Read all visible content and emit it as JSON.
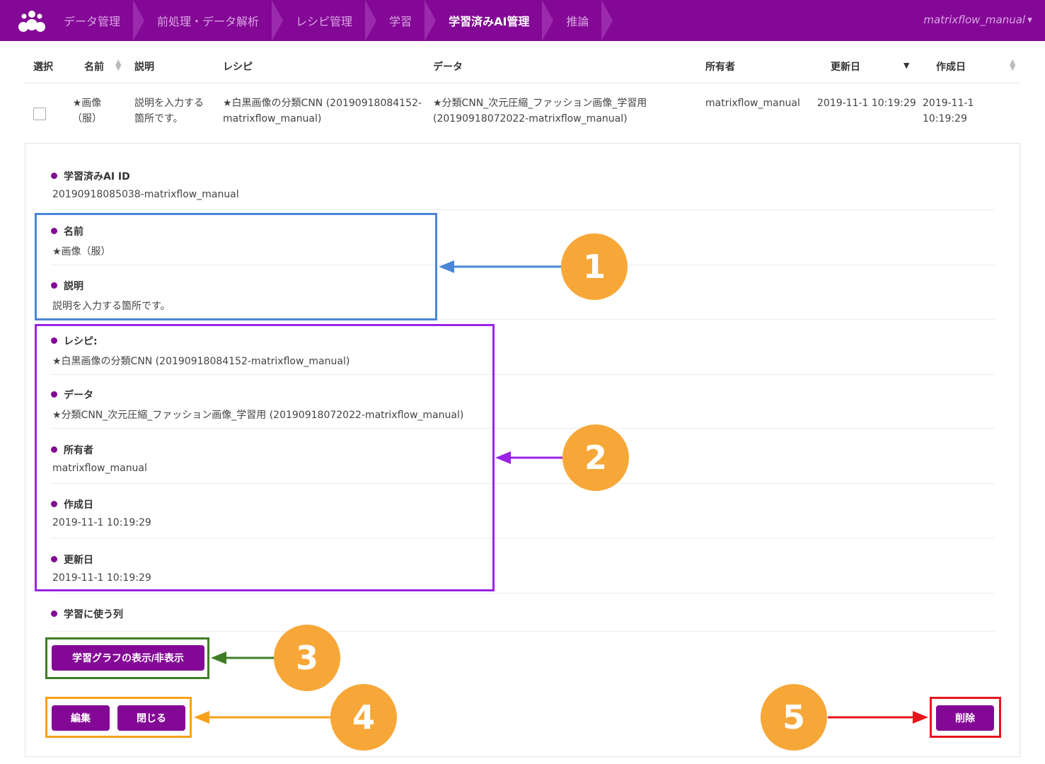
{
  "nav": {
    "items": [
      {
        "label": "データ管理",
        "active": false
      },
      {
        "label": "前処理・データ解析",
        "active": false
      },
      {
        "label": "レシピ管理",
        "active": false
      },
      {
        "label": "学習",
        "active": false
      },
      {
        "label": "学習済みAI管理",
        "active": true
      },
      {
        "label": "推論",
        "active": false
      }
    ],
    "user": "matrixflow_manual"
  },
  "table": {
    "headers": {
      "select": "選択",
      "name": "名前",
      "description": "説明",
      "recipe": "レシピ",
      "data": "データ",
      "owner": "所有者",
      "updated": "更新日",
      "created": "作成日"
    },
    "row": {
      "name_1": "★画像",
      "name_2": "（服）",
      "description_1": "説明を入力する",
      "description_2": "箇所です。",
      "recipe_1": "★白黒画像の分類CNN (20190918084152-",
      "recipe_2": "matrixflow_manual)",
      "data_1": "★分類CNN_次元圧縮_ファッション画像_学習用",
      "data_2": "(20190918072022-matrixflow_manual)",
      "owner": "matrixflow_manual",
      "updated": "2019-11-1 10:19:29",
      "created": "2019-11-1 10:19:29"
    }
  },
  "detail": {
    "ai_id": {
      "label": "学習済みAI ID",
      "value": "20190918085038-matrixflow_manual"
    },
    "name": {
      "label": "名前",
      "value": "★画像（服）"
    },
    "description": {
      "label": "説明",
      "value": "説明を入力する箇所です。"
    },
    "recipe": {
      "label": "レシピ:",
      "value": "★白黒画像の分類CNN (20190918084152-matrixflow_manual)"
    },
    "data": {
      "label": "データ",
      "value": "★分類CNN_次元圧縮_ファッション画像_学習用 (20190918072022-matrixflow_manual)"
    },
    "owner": {
      "label": "所有者",
      "value": "matrixflow_manual"
    },
    "created": {
      "label": "作成日",
      "value": "2019-11-1 10:19:29"
    },
    "updated": {
      "label": "更新日",
      "value": "2019-11-1 10:19:29"
    },
    "columns": {
      "label": "学習に使う列",
      "value": ""
    }
  },
  "buttons": {
    "toggle_graph": "学習グラフの表示/非表示",
    "edit": "編集",
    "close": "閉じる",
    "delete": "削除"
  },
  "annotations": {
    "one": "1",
    "two": "2",
    "three": "3",
    "four": "4",
    "five": "5"
  },
  "colors": {
    "brand": "#840896",
    "callout": "#f7a738",
    "box1": "#4a86d8",
    "box2": "#9a24e6",
    "box3": "#3f7d25",
    "box4": "#f7a11a",
    "box5": "#e8141c"
  }
}
